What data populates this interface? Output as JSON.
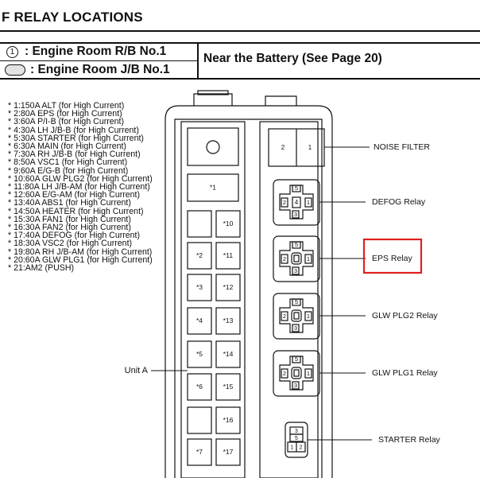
{
  "title": "F RELAY LOCATIONS",
  "legend": {
    "row1_symbol": "1",
    "row1_label": ": Engine Room R/B No.1",
    "row2_label": ": Engine Room J/B No.1",
    "location": "Near the Battery (See Page 20)"
  },
  "fuse_list": [
    "* 1:150A ALT (for High Current)",
    "* 2:80A EPS (for High Current)",
    "* 3:60A P/I-B (for High Current)",
    "* 4:30A LH J/B-B (for High Current)",
    "* 5:30A STARTER (for High Current)",
    "* 6:30A MAIN (for High Current)",
    "* 7:30A RH J/B-B (for High Current)",
    "* 8:50A VSC1 (for High Current)",
    "* 9:60A E/G-B (for High Current)",
    "* 10:60A GLW PLG2 (for High Current)",
    "* 11:80A LH J/B-AM (for High Current)",
    "* 12:60A E/G-AM (for High Current)",
    "* 13:40A ABS1 (for High Current)",
    "* 14:50A HEATER (for High Current)",
    "* 15:30A FAN1 (for High Current)",
    "* 16:30A FAN2 (for High Current)",
    "* 17:40A DEFOG (for High Current)",
    "* 18:30A VSC2 (for High Current)",
    "* 19:80A RH J/B-AM (for High Current)",
    "* 20:60A GLW PLG1 (for High Current)",
    "* 21:AM2 (PUSH)"
  ],
  "unit_label": "Unit A",
  "fuses": [
    "*1",
    "*2",
    "*3",
    "*4",
    "*5",
    "*6",
    "*7",
    "*10",
    "*11",
    "*12",
    "*13",
    "*14",
    "*15",
    "*16",
    "*17"
  ],
  "noise_filter": {
    "label": "NOISE FILTER",
    "pins": [
      "2",
      "1"
    ]
  },
  "relay_pins": {
    "top": "5",
    "left": "2",
    "right": "1",
    "bottom": "3",
    "center": "4"
  },
  "relays": [
    "DEFOG Relay",
    "EPS Relay",
    "GLW PLG2 Relay",
    "GLW PLG1 Relay"
  ],
  "starter_relay": {
    "label": "STARTER Relay",
    "pins": [
      "3",
      "5",
      "1",
      "2"
    ]
  },
  "highlight_color": "#e02020"
}
